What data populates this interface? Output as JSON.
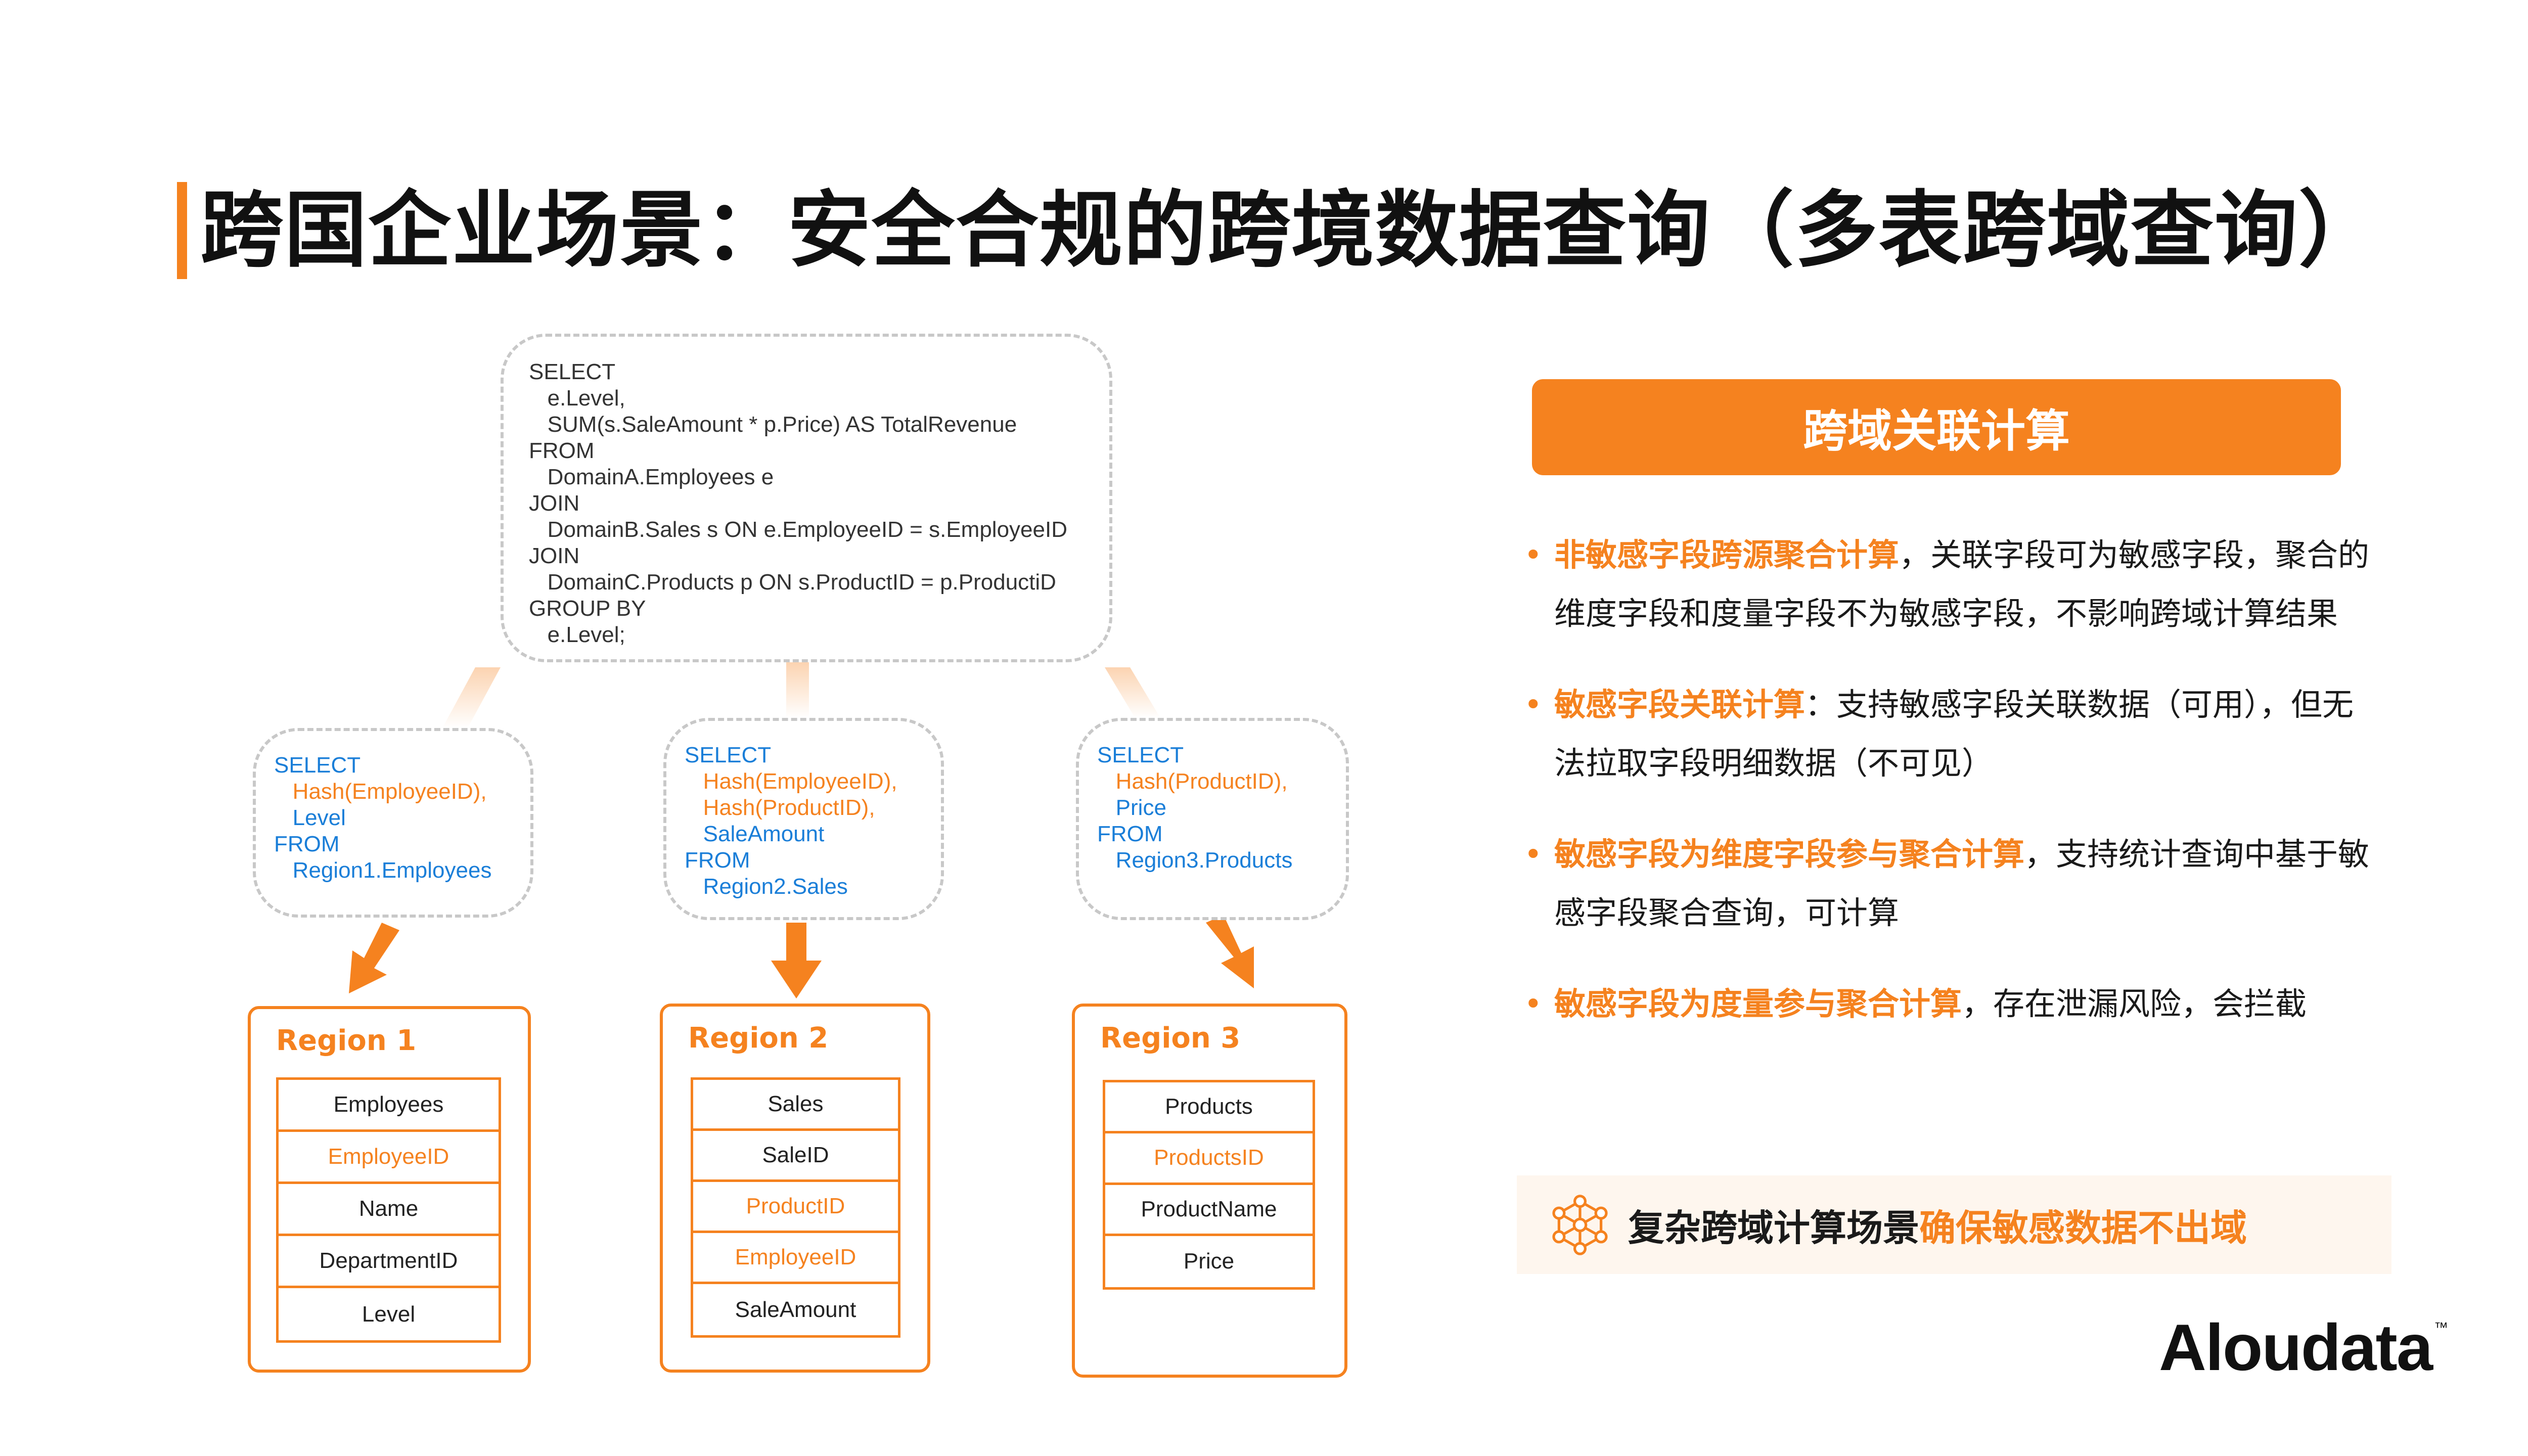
{
  "title": "跨国企业场景：安全合规的跨境数据查询（多表跨域查询）",
  "main_sql": [
    "SELECT",
    "   e.Level,",
    "   SUM(s.SaleAmount * p.Price) AS TotalRevenue",
    "FROM",
    "   DomainA.Employees e",
    "JOIN",
    "   DomainB.Sales s ON e.EmployeeID = s.EmployeeID",
    "JOIN",
    "   DomainC.Products p ON s.ProductID = p.ProductiD",
    "GROUP BY",
    "   e.Level;"
  ],
  "sub_queries": [
    {
      "lines": [
        {
          "text": "SELECT",
          "kind": "kw"
        },
        {
          "text": "   Hash(EmployeeID),",
          "kind": "fn"
        },
        {
          "text": "   Level",
          "kind": "kw"
        },
        {
          "text": "FROM",
          "kind": "kw"
        },
        {
          "text": "   Region1.Employees",
          "kind": "kw"
        }
      ]
    },
    {
      "lines": [
        {
          "text": "SELECT",
          "kind": "kw"
        },
        {
          "text": "   Hash(EmployeeID),",
          "kind": "fn"
        },
        {
          "text": "   Hash(ProductID),",
          "kind": "fn"
        },
        {
          "text": "   SaleAmount",
          "kind": "kw"
        },
        {
          "text": "FROM",
          "kind": "kw"
        },
        {
          "text": "   Region2.Sales",
          "kind": "kw"
        }
      ]
    },
    {
      "lines": [
        {
          "text": "SELECT",
          "kind": "kw"
        },
        {
          "text": "   Hash(ProductID),",
          "kind": "fn"
        },
        {
          "text": "   Price",
          "kind": "kw"
        },
        {
          "text": "FROM",
          "kind": "kw"
        },
        {
          "text": "   Region3.Products",
          "kind": "kw"
        }
      ]
    }
  ],
  "regions": [
    {
      "name": "Region 1",
      "fields": [
        {
          "label": "Employees",
          "sensitive": false
        },
        {
          "label": "EmployeeID",
          "sensitive": true
        },
        {
          "label": "Name",
          "sensitive": false
        },
        {
          "label": "DepartmentID",
          "sensitive": false
        },
        {
          "label": "Level",
          "sensitive": false
        }
      ]
    },
    {
      "name": "Region 2",
      "fields": [
        {
          "label": "Sales",
          "sensitive": false
        },
        {
          "label": "SaleID",
          "sensitive": false
        },
        {
          "label": "ProductID",
          "sensitive": true
        },
        {
          "label": "EmployeeID",
          "sensitive": true
        },
        {
          "label": "SaleAmount",
          "sensitive": false
        }
      ]
    },
    {
      "name": "Region 3",
      "fields": [
        {
          "label": "Products",
          "sensitive": false
        },
        {
          "label": "ProductsID",
          "sensitive": true
        },
        {
          "label": "ProductName",
          "sensitive": false
        },
        {
          "label": "Price",
          "sensitive": false
        }
      ]
    }
  ],
  "panel": {
    "header": "跨域关联计算",
    "bullets": [
      {
        "em": "非敏感字段跨源聚合计算",
        "rest": "，关联字段可为敏感字段，聚合的维度字段和度量字段不为敏感字段，不影响跨域计算结果"
      },
      {
        "em": "敏感字段关联计算",
        "rest": "：支持敏感字段关联数据（可用），但无法拉取字段明细数据（不可见）"
      },
      {
        "em": "敏感字段为维度字段参与聚合计算",
        "rest": "，支持统计查询中基于敏感字段聚合查询，可计算"
      },
      {
        "em": "敏感字段为度量参与聚合计算",
        "rest": "，存在泄漏风险，会拦截"
      }
    ],
    "callout_plain": "复杂跨域计算场景",
    "callout_em": "确保敏感数据不出域"
  },
  "logo": "Aloudata",
  "logo_tm": "™",
  "colors": {
    "accent": "#F5821F",
    "keyword": "#1a7ed8"
  }
}
